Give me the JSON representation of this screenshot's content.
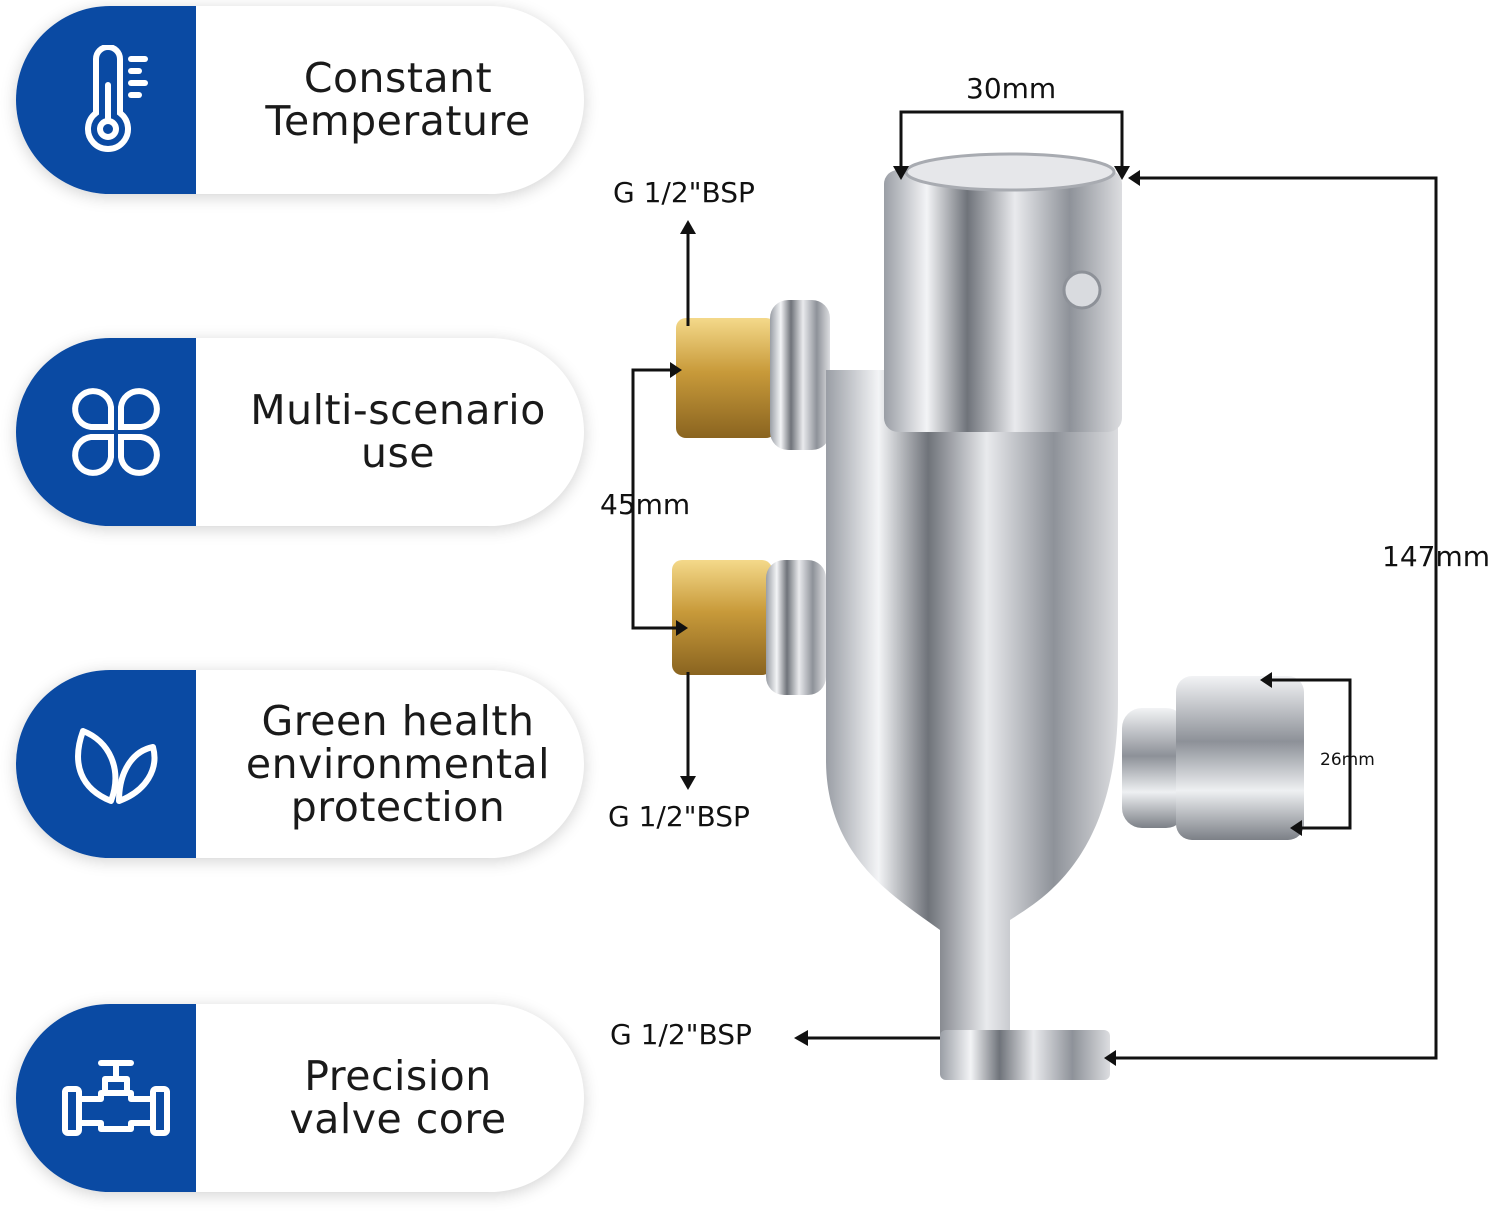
{
  "features": [
    {
      "label_line1": "Constant",
      "label_line2": "Temperature",
      "label_line3": "",
      "icon": "thermometer-icon"
    },
    {
      "label_line1": "Multi-scenario",
      "label_line2": "use",
      "label_line3": "",
      "icon": "four-leaf-icon"
    },
    {
      "label_line1": "Green health",
      "label_line2": "environmental",
      "label_line3": "protection",
      "icon": "leaf-icon"
    },
    {
      "label_line1": "Precision",
      "label_line2": "valve core",
      "label_line3": "",
      "icon": "valve-icon"
    }
  ],
  "dimensions": {
    "top_width": "30mm",
    "thread_top": "G 1/2\"BSP",
    "inlet_spacing": "45mm",
    "thread_middle": "G 1/2\"BSP",
    "thread_bottom": "G 1/2\"BSP",
    "height": "147mm",
    "outlet_diameter": "26mm"
  },
  "colors": {
    "accent": "#0a4aa3",
    "chrome": "#c9ccd1",
    "brass": "#c89a3a"
  }
}
